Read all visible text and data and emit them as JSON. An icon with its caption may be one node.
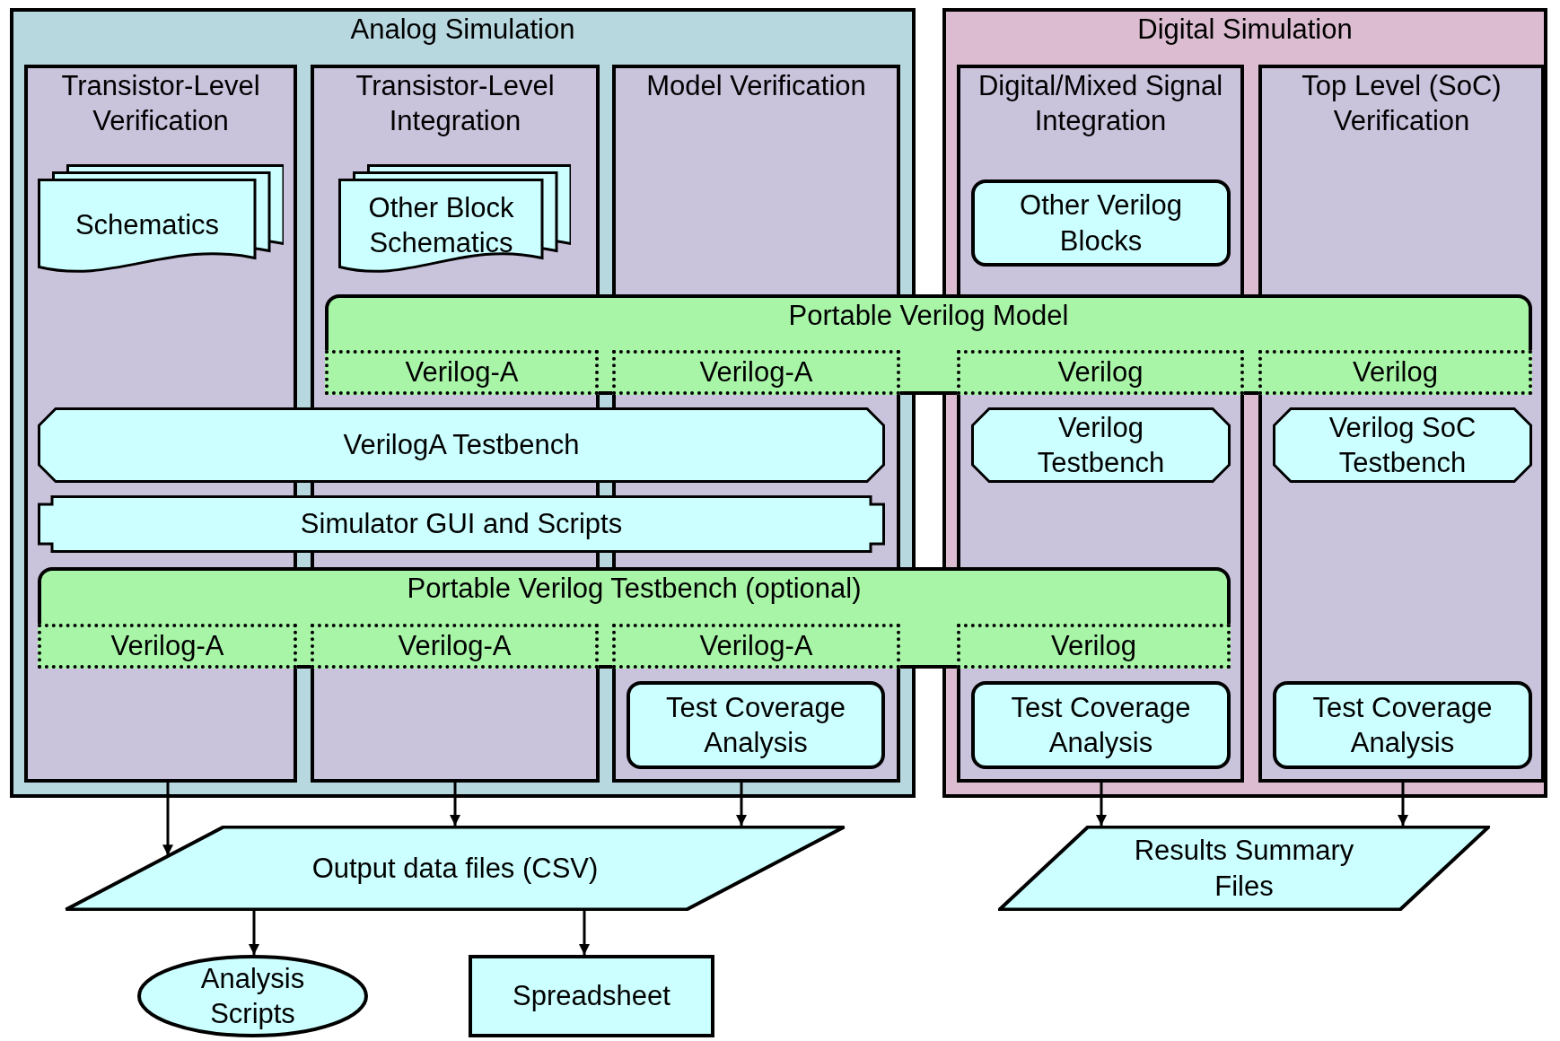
{
  "diagram": {
    "nodes": [
      {
        "text": [
          "Analog Simulation"
        ]
      },
      {
        "text": [
          "Transistor-Level Verification"
        ],
        "in": 0
      },
      {
        "text": [
          "Schematics"
        ],
        "in": 1
      },
      {
        "text": [
          "Transistor-Level Integration"
        ],
        "in": 0
      },
      {
        "text": [
          "Other Block Schematics"
        ],
        "in": 3
      },
      {
        "text": [
          "Model Verification"
        ],
        "in": 0
      },
      {
        "text": [
          "Digital Simulation"
        ]
      },
      {
        "text": [
          "Digital/Mixed Signal Integration"
        ],
        "in": 6
      },
      {
        "text": [
          "Other Verilog Blocks"
        ],
        "in": 7
      },
      {
        "text": [
          "Top Level (SoC) Verification"
        ],
        "in": 6
      },
      {
        "text": [
          "Portable Verilog Model"
        ]
      },
      {
        "text": [
          "Verilog-A"
        ]
      },
      {
        "text": [
          "Verilog-A"
        ]
      },
      {
        "text": [
          "Verilog"
        ]
      },
      {
        "text": [
          "Verilog"
        ]
      },
      {
        "text": [
          "VerilogA Testbench"
        ],
        "in": 0
      },
      {
        "text": [
          "Verilog Testbench"
        ],
        "in": 7
      },
      {
        "text": [
          "Verilog SoC Testbench"
        ],
        "in": 9
      },
      {
        "text": [
          "Simulator GUI and Scripts"
        ],
        "in": 0
      },
      {
        "text": [
          "Portable Verilog Testbench (optional)"
        ]
      },
      {
        "text": [
          "Verilog-A"
        ]
      },
      {
        "text": [
          "Verilog-A"
        ]
      },
      {
        "text": [
          "Verilog-A"
        ]
      },
      {
        "text": [
          "Verilog"
        ]
      },
      {
        "text": [
          "Test Coverage Analysis"
        ],
        "in": 5
      },
      {
        "text": [
          "Test Coverage Analysis"
        ],
        "in": 7
      },
      {
        "text": [
          "Test Coverage Analysis"
        ],
        "in": 9
      },
      {
        "text": [
          "Output data files (CSV)"
        ]
      },
      {
        "text": [
          "Results Summary Files"
        ]
      },
      {
        "text": [
          "Analysis Scripts"
        ]
      },
      {
        "text": [
          "Spreadsheet"
        ]
      }
    ],
    "edges": [
      {
        "from": 1,
        "to": 27,
        "arrow": "to"
      },
      {
        "from": 3,
        "to": 27,
        "arrow": "to"
      },
      {
        "from": 5,
        "to": 27,
        "arrow": "to"
      },
      {
        "from": 7,
        "to": 28,
        "arrow": "to"
      },
      {
        "from": 9,
        "to": 28,
        "arrow": "to"
      },
      {
        "from": 27,
        "to": 29,
        "arrow": "to"
      },
      {
        "from": 27,
        "to": 30,
        "arrow": "to"
      }
    ]
  }
}
